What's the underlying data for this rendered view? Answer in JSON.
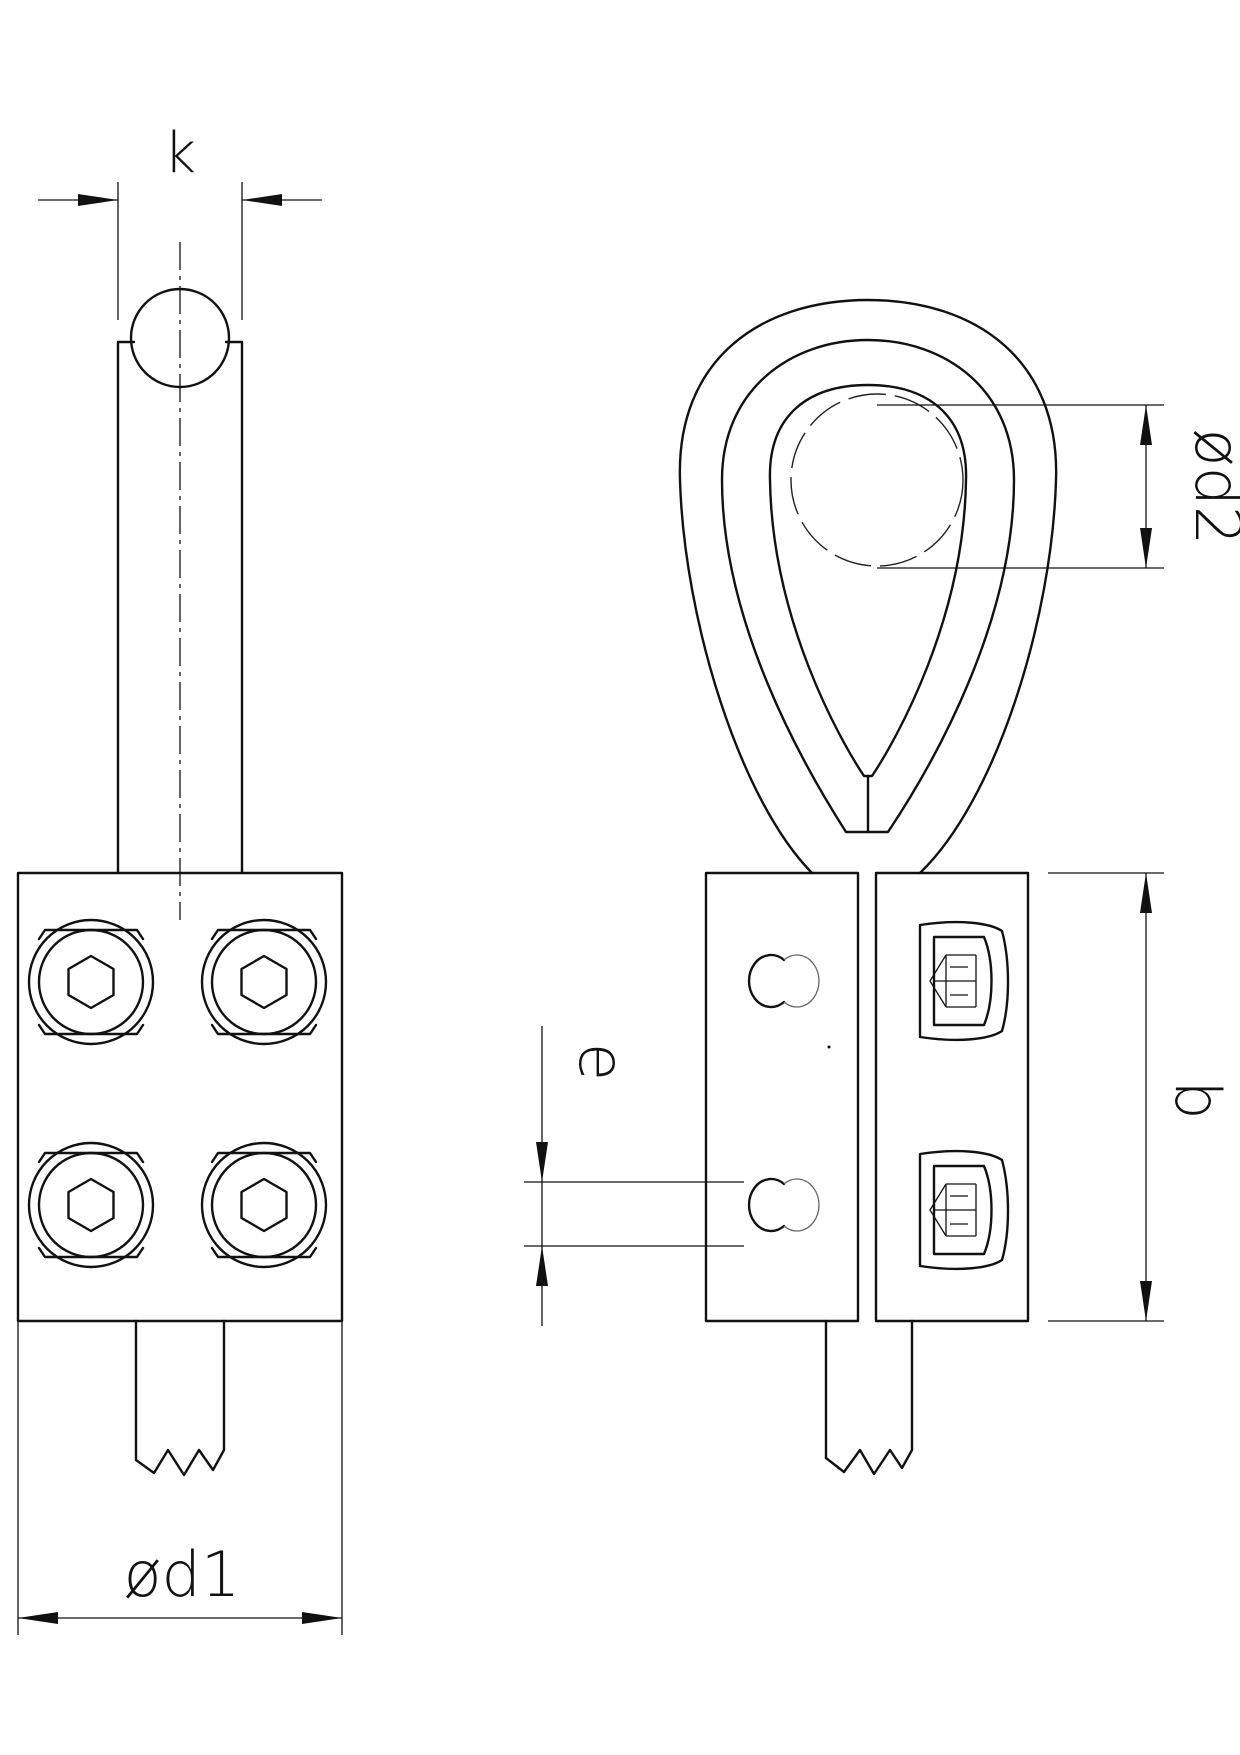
{
  "labels": {
    "k": "k",
    "d1": "ød1",
    "d2": "ød2",
    "e": "e",
    "b": "b"
  },
  "colors": {
    "line": "#111111",
    "background": "#ffffff"
  }
}
